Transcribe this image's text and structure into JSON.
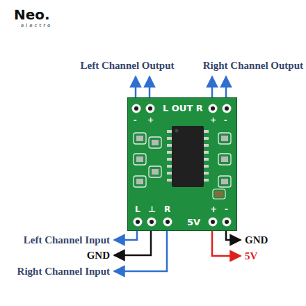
{
  "diagram": {
    "nodes": [
      {
        "text": [
          "L OUT R",
          "-",
          "+",
          "+",
          "-",
          "L",
          "⊥",
          "R",
          "5V",
          "+",
          "-"
        ]
      }
    ],
    "labels": [
      "Neo.",
      "electro",
      "Left Channel Output",
      "Right Channel Output",
      "Left Channel Input",
      "GND",
      "Right Channel Input",
      "GND",
      "5V"
    ]
  }
}
